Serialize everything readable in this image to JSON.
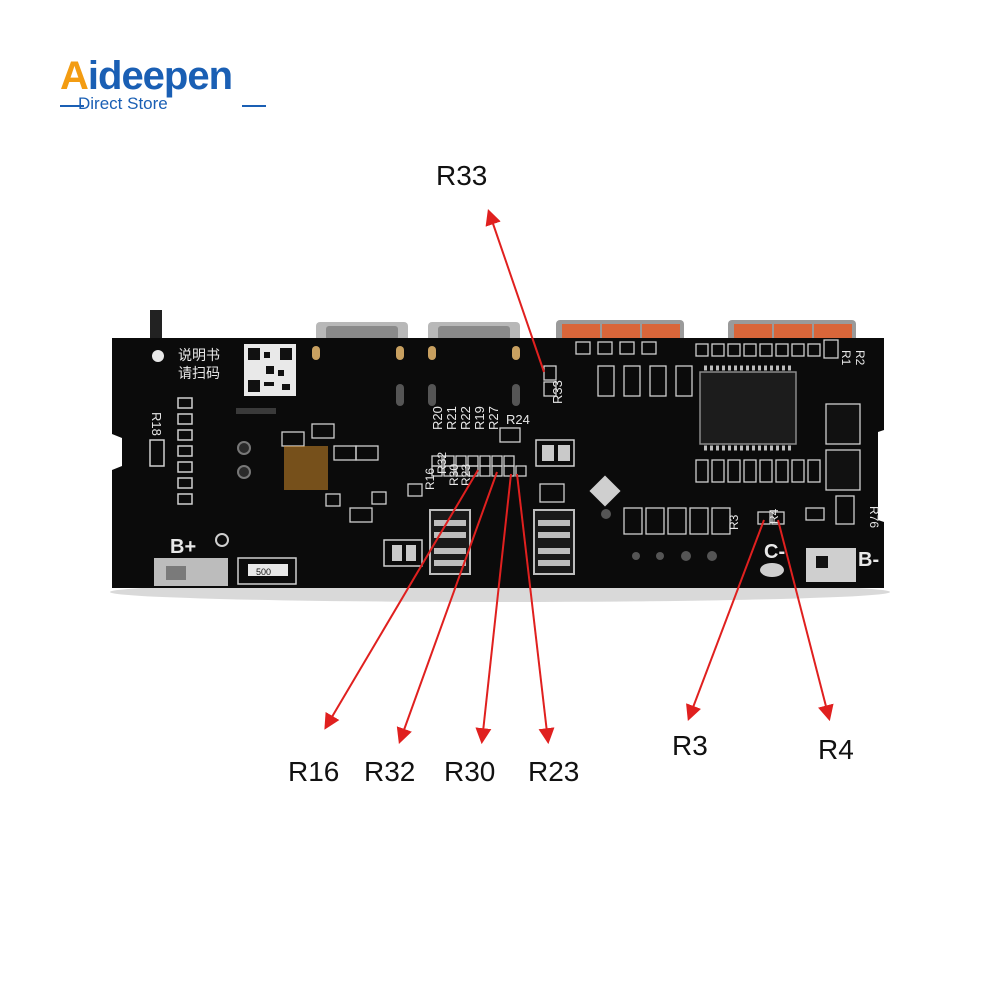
{
  "brand": {
    "name_first": "A",
    "name_rest": "ideepen",
    "tagline": "Direct Store"
  },
  "board": {
    "silkscreen": {
      "manual_l1": "说明书",
      "manual_l2": "请扫码",
      "b_plus": "B+",
      "b_minus": "B-",
      "c_minus": "C-",
      "r1": "R1",
      "r2": "R2",
      "r18": "R18",
      "r20": "R20",
      "r21": "R21",
      "r22": "R22",
      "r19": "R19",
      "r27": "R27",
      "r24": "R24",
      "r16": "R16",
      "r32": "R32",
      "r30": "R30",
      "r23": "R23",
      "r33": "R33",
      "r3": "R3",
      "r4": "R4",
      "r76": "R76",
      "res_500": "500"
    }
  },
  "callouts": [
    {
      "id": "r33",
      "label": "R33"
    },
    {
      "id": "r16",
      "label": "R16"
    },
    {
      "id": "r32",
      "label": "R32"
    },
    {
      "id": "r30",
      "label": "R30"
    },
    {
      "id": "r23",
      "label": "R23"
    },
    {
      "id": "r3",
      "label": "R3"
    },
    {
      "id": "r4",
      "label": "R4"
    }
  ],
  "colors": {
    "arrow": "#e0201f",
    "pcb": "#0b0b0b",
    "brand_blue": "#1a5fb4",
    "brand_orange": "#f39c12",
    "connector_orange": "#d9663a"
  }
}
